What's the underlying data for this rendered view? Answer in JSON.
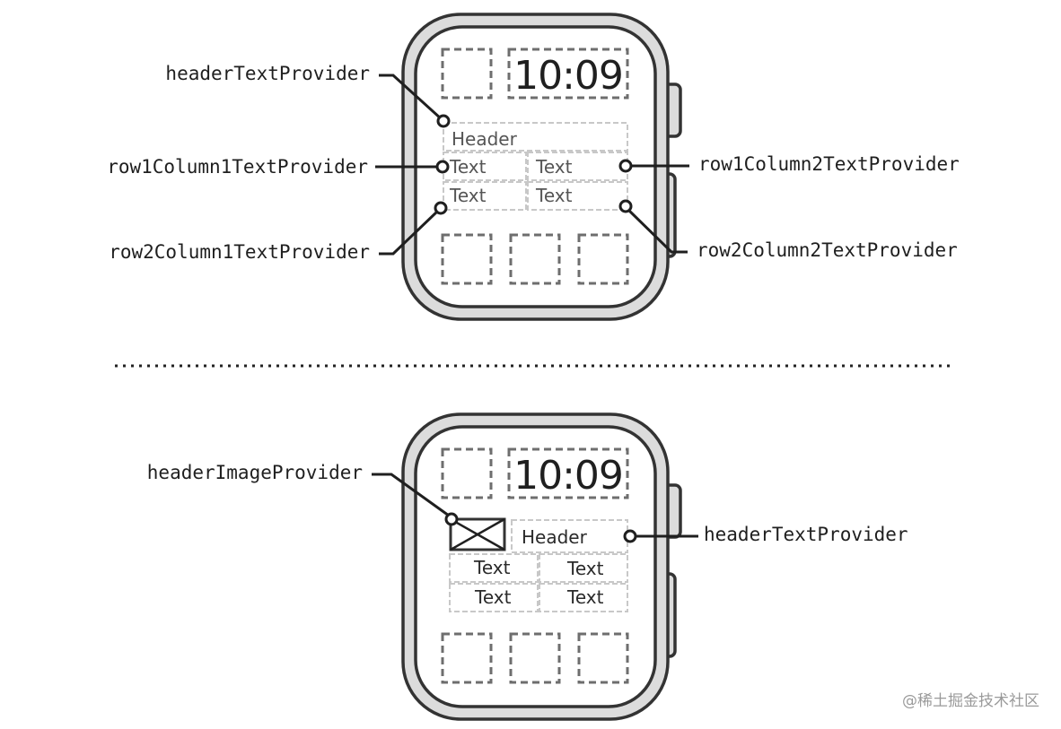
{
  "top_watch": {
    "time": "10:09",
    "header": "Header",
    "r1c1": "Text",
    "r1c2": "Text",
    "r2c1": "Text",
    "r2c2": "Text",
    "callouts": {
      "header_text_provider": "headerTextProvider",
      "row1_col1": "row1Column1TextProvider",
      "row1_col2": "row1Column2TextProvider",
      "row2_col1": "row2Column1TextProvider",
      "row2_col2": "row2Column2TextProvider"
    }
  },
  "bottom_watch": {
    "time": "10:09",
    "header": "Header",
    "r1c1": "Text",
    "r1c2": "Text",
    "r2c1": "Text",
    "r2c2": "Text",
    "callouts": {
      "header_image_provider": "headerImageProvider",
      "header_text_provider": "headerTextProvider"
    }
  },
  "watermark": "@稀土掘金技术社区",
  "colors": {
    "stroke": "#333333",
    "case_fill": "#dcdcdc",
    "slot_dash": "#6e6e6e",
    "cell_dash": "#c8c8c8"
  }
}
